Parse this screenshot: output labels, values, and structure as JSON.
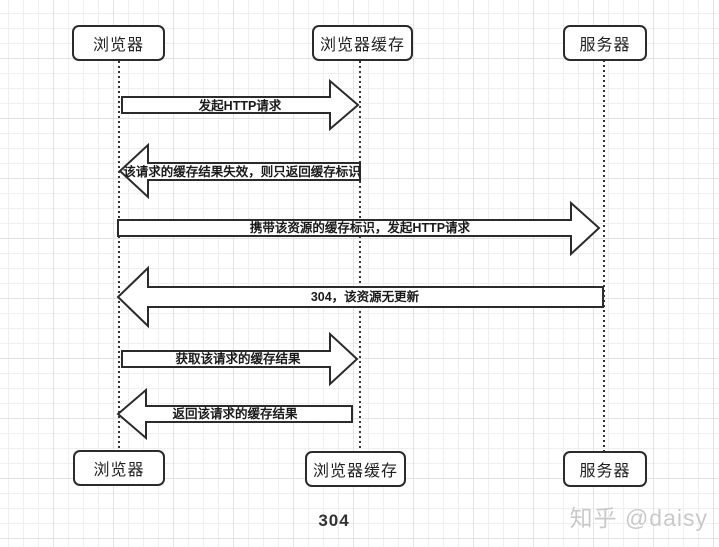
{
  "diagram": {
    "type": "sequence-diagram",
    "caption": "304",
    "watermark": "知乎 @daisy",
    "actors": [
      {
        "id": "browser",
        "label": "浏览器"
      },
      {
        "id": "browser-cache",
        "label": "浏览器缓存"
      },
      {
        "id": "server",
        "label": "服务器"
      }
    ],
    "messages": [
      {
        "from": "浏览器",
        "to": "浏览器缓存",
        "direction": "right",
        "label": "发起HTTP请求"
      },
      {
        "from": "浏览器缓存",
        "to": "浏览器",
        "direction": "left",
        "label": "该请求的缓存结果失效，则只返回缓存标识"
      },
      {
        "from": "浏览器",
        "to": "服务器",
        "direction": "right",
        "label": "携带该资源的缓存标识，发起HTTP请求"
      },
      {
        "from": "服务器",
        "to": "浏览器",
        "direction": "left",
        "label": "304，该资源无更新"
      },
      {
        "from": "浏览器",
        "to": "浏览器缓存",
        "direction": "right",
        "label": "获取该请求的缓存结果"
      },
      {
        "from": "浏览器缓存",
        "to": "浏览器",
        "direction": "left",
        "label": "返回该请求的缓存结果"
      }
    ],
    "colors": {
      "stroke": "#2b2b2b",
      "shape_fill": "#ffffff",
      "grid_minor": "#efefef",
      "grid_major": "#e3e3e3",
      "watermark": "#c9c9c9"
    }
  }
}
